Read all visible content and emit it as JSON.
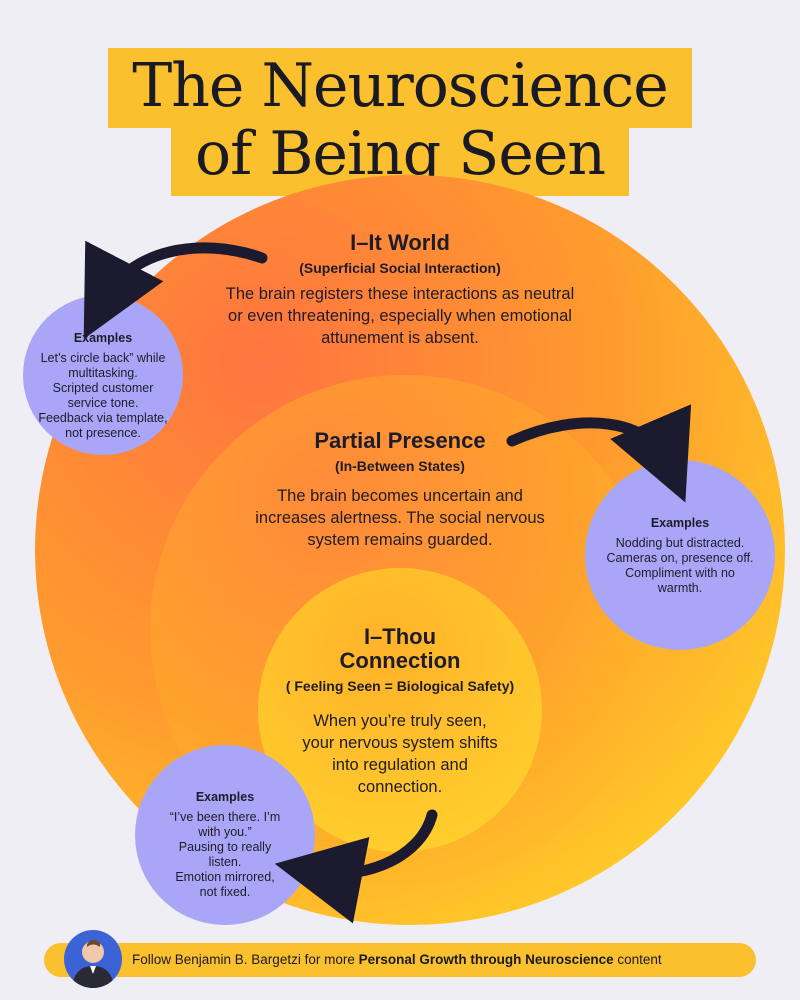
{
  "title": {
    "line1": "The Neuroscience",
    "line2": "of Being Seen"
  },
  "colors": {
    "background": "#f0eef5",
    "accent_yellow": "#fbc02d",
    "orange": "#ff7a3d",
    "example_bubble": "#a9a6f7",
    "arrow": "#1b1a2e"
  },
  "levels": {
    "outer": {
      "heading": "I–It World",
      "subheading": "(Superficial Social Interaction)",
      "body": [
        "The brain registers these interactions as neutral",
        "or even threatening, especially when emotional",
        "attunement is absent."
      ],
      "examples_heading": "Examples",
      "examples": [
        "Let’s circle back” while",
        "multitasking.",
        "Scripted customer",
        "service tone.",
        "Feedback via template,",
        "not presence."
      ]
    },
    "middle": {
      "heading": "Partial Presence",
      "subheading": "(In-Between States)",
      "body": [
        "The brain becomes uncertain and",
        "increases alertness. The social nervous",
        "system remains guarded."
      ],
      "examples_heading": "Examples",
      "examples": [
        "Nodding but distracted.",
        "Cameras on, presence off.",
        "Compliment with no",
        "warmth."
      ]
    },
    "inner": {
      "heading_line1": "I–Thou",
      "heading_line2": "Connection",
      "subheading": "( Feeling Seen = Biological Safety)",
      "body": [
        "When you’re truly seen,",
        "your nervous system shifts",
        "into regulation and",
        "connection."
      ],
      "examples_heading": "Examples",
      "examples": [
        "“I’ve been there. I’m",
        "with you.”",
        "Pausing to really",
        "listen.",
        "Emotion mirrored,",
        "not fixed."
      ]
    }
  },
  "footer": {
    "prefix": "Follow Benjamin B. Bargetzi for more ",
    "bold": "Personal Growth through Neuroscience",
    "suffix": " content",
    "avatar_icon": "person-portrait-icon"
  }
}
